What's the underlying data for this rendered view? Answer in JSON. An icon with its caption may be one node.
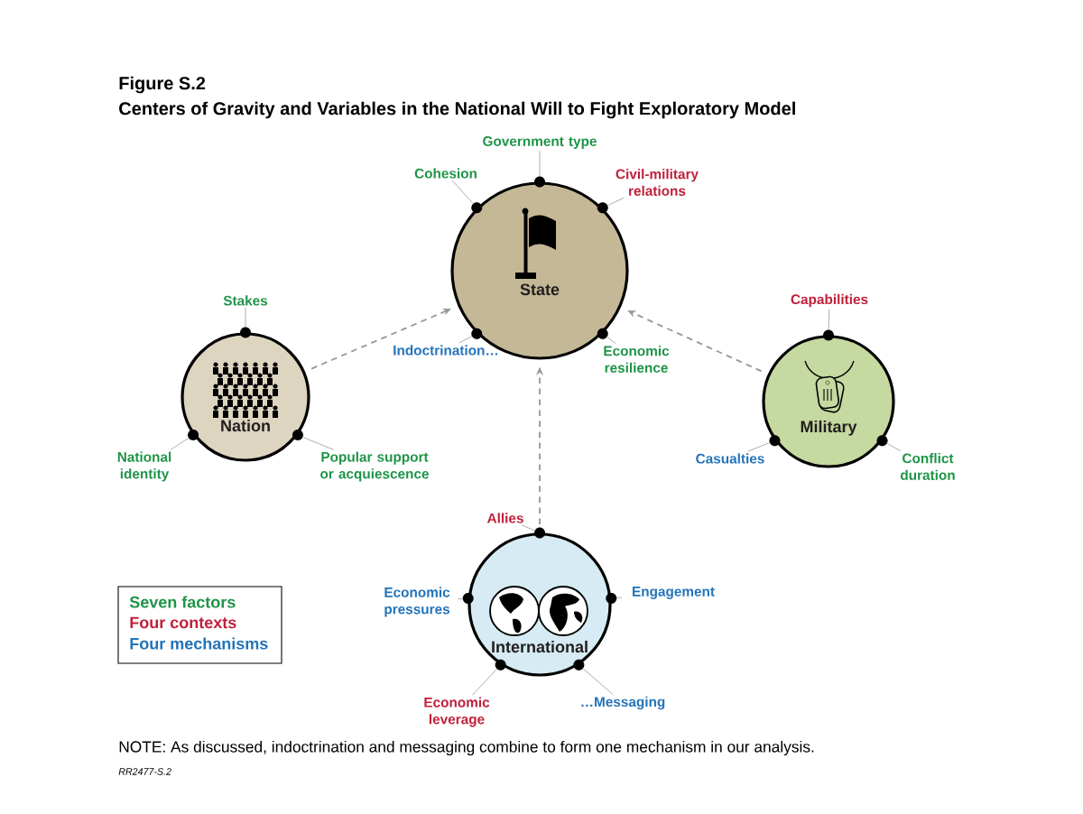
{
  "diagram": {
    "title": "Centers of Gravity and Variables in the National Will to Fight Exploratory Model",
    "caption": "NOTE: As discussed, indoctrination and messaging combine to form one mechanism in our analysis.",
    "nodes": [
      {
        "text": [
          "Government type"
        ]
      },
      {
        "text": [
          "Cohesion"
        ]
      },
      {
        "text": [
          "Civil-military relations"
        ]
      },
      {
        "text": [
          "State"
        ]
      },
      {
        "text": [
          "Stakes"
        ]
      },
      {
        "text": [
          "Indoctrination…"
        ]
      },
      {
        "text": [
          "Economic resilience"
        ]
      },
      {
        "text": [
          "Capabilities"
        ]
      },
      {
        "text": [
          "Nation"
        ]
      },
      {
        "text": [
          "Military"
        ]
      },
      {
        "text": [
          "National identity"
        ]
      },
      {
        "text": [
          "Popular support or acquiescence"
        ]
      },
      {
        "text": [
          "Casualties"
        ]
      },
      {
        "text": [
          "Conflict duration"
        ]
      },
      {
        "text": [
          "Allies"
        ]
      },
      {
        "text": [
          "Economic pressures"
        ]
      },
      {
        "text": [
          "Engagement"
        ]
      },
      {
        "text": [
          "International"
        ]
      },
      {
        "text": [
          "Economic leverage"
        ]
      },
      {
        "text": [
          "…Messaging"
        ]
      },
      {
        "text": [],
        "shape": "circle"
      },
      {
        "text": [],
        "shape": "circle"
      },
      {
        "text": [],
        "shape": "circle"
      },
      {
        "text": [],
        "shape": "circle"
      },
      {
        "text": [],
        "shape": "circle"
      },
      {
        "text": [],
        "shape": "circle"
      },
      {
        "text": [],
        "shape": "circle"
      },
      {
        "text": [],
        "shape": "circle"
      },
      {
        "text": [],
        "shape": "circle"
      },
      {
        "text": [],
        "shape": "circle"
      },
      {
        "text": [],
        "shape": "circle"
      },
      {
        "text": [],
        "shape": "circle"
      },
      {
        "text": [],
        "shape": "circle"
      },
      {
        "text": [],
        "shape": "circle"
      },
      {
        "text": [],
        "shape": "circle"
      },
      {
        "text": [],
        "shape": "circle"
      }
    ],
    "edges": [
      {
        "from": 8,
        "to": 3,
        "arrow": "to",
        "style": "dashed"
      },
      {
        "from": 9,
        "to": 3,
        "arrow": "to",
        "style": "dashed"
      },
      {
        "from": 17,
        "to": 3,
        "arrow": "to",
        "style": "dashed"
      },
      {
        "from": 0,
        "to": 20,
        "arrow": "none"
      },
      {
        "from": 1,
        "to": 21,
        "arrow": "none"
      },
      {
        "from": 2,
        "to": 22,
        "arrow": "none"
      },
      {
        "from": 5,
        "to": 23,
        "arrow": "none"
      },
      {
        "from": 6,
        "to": 24,
        "arrow": "none"
      },
      {
        "from": 4,
        "to": 25,
        "arrow": "none"
      },
      {
        "from": 10,
        "to": 26,
        "arrow": "none"
      },
      {
        "from": 11,
        "to": 27,
        "arrow": "none"
      },
      {
        "from": 7,
        "to": 28,
        "arrow": "none"
      },
      {
        "from": 12,
        "to": 29,
        "arrow": "none"
      },
      {
        "from": 13,
        "to": 30,
        "arrow": "none"
      },
      {
        "from": 14,
        "to": 31,
        "arrow": "none"
      },
      {
        "from": 15,
        "to": 32,
        "arrow": "none"
      },
      {
        "from": 16,
        "to": 33,
        "arrow": "none"
      },
      {
        "from": 18,
        "to": 34,
        "arrow": "none"
      },
      {
        "from": 19,
        "to": 35,
        "arrow": "none"
      }
    ],
    "labels": [
      "Figure S.2",
      "RR2477-S.2"
    ],
    "legend": [
      {
        "text": "Seven factors",
        "color": "#1e9447"
      },
      {
        "text": "Four contexts",
        "color": "#c0203a"
      },
      {
        "text": "Four mechanisms",
        "color": "#2273b9"
      }
    ]
  }
}
